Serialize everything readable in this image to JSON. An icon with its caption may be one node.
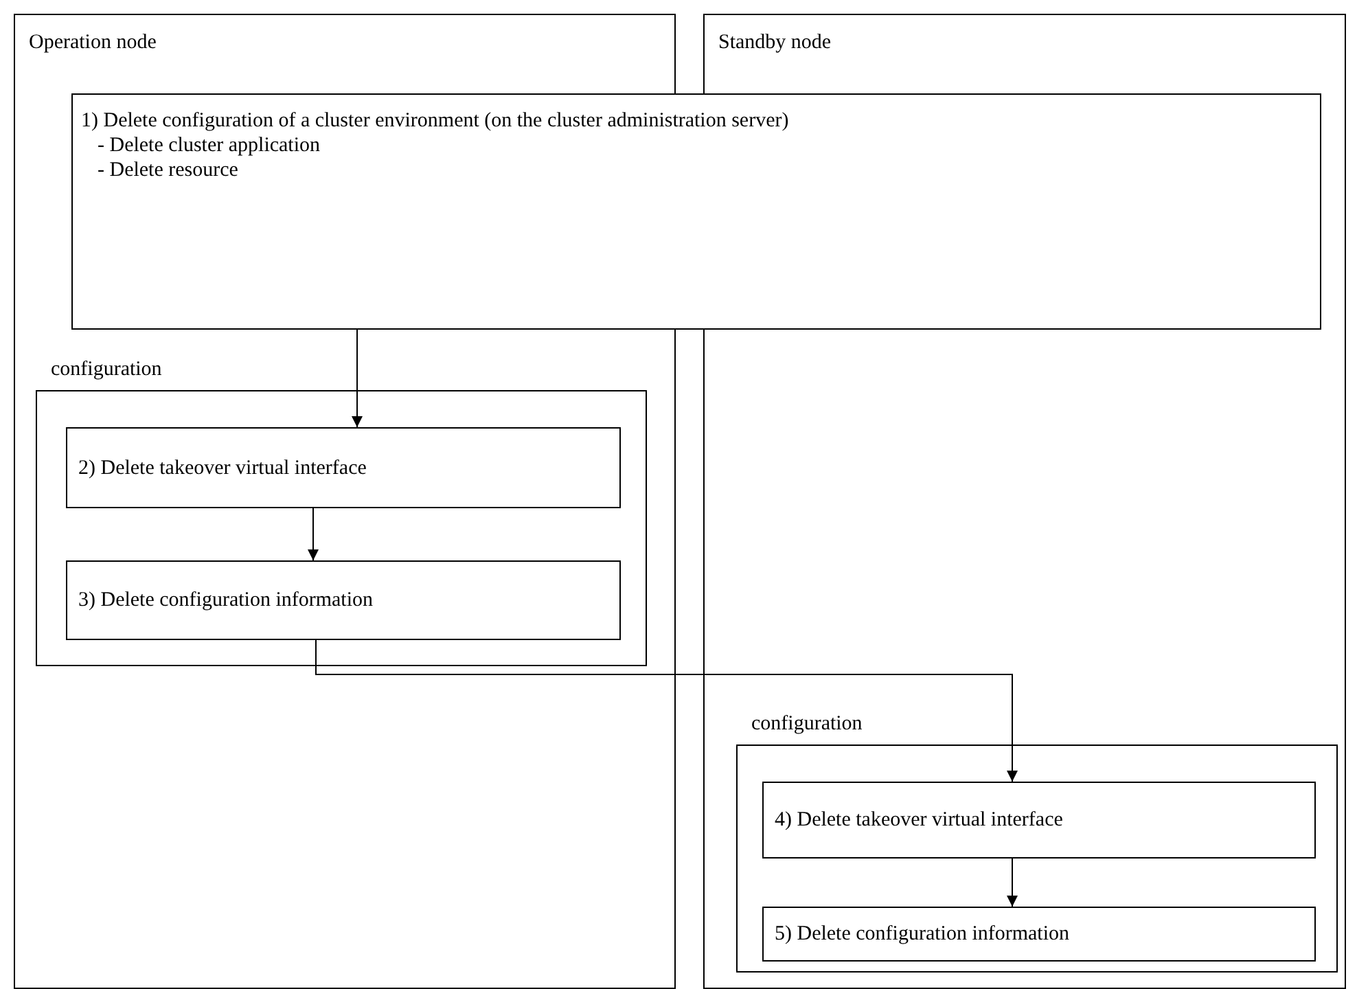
{
  "diagram": {
    "nodes": [
      {
        "text": [
          "Operation node"
        ]
      },
      {
        "text": [
          "Standby node"
        ]
      },
      {
        "text": [
          "1) Delete configuration of a cluster environment (on the cluster administration server)",
          "- Delete cluster application",
          "- Delete resource"
        ]
      },
      {
        "text": [
          "configuration"
        ],
        "in": 0
      },
      {
        "text": [
          "2) Delete takeover virtual interface"
        ],
        "in": 3
      },
      {
        "text": [
          "3) Delete configuration information"
        ],
        "in": 3
      },
      {
        "text": [
          "configuration"
        ],
        "in": 1
      },
      {
        "text": [
          "4) Delete takeover virtual interface"
        ],
        "in": 6
      },
      {
        "text": [
          "5) Delete configuration information"
        ],
        "in": 6
      }
    ],
    "edges": [
      {
        "from": 2,
        "to": 4,
        "arrow": "to"
      },
      {
        "from": 4,
        "to": 5,
        "arrow": "to"
      },
      {
        "from": 5,
        "to": 7,
        "arrow": "to"
      },
      {
        "from": 7,
        "to": 8,
        "arrow": "to"
      }
    ]
  }
}
